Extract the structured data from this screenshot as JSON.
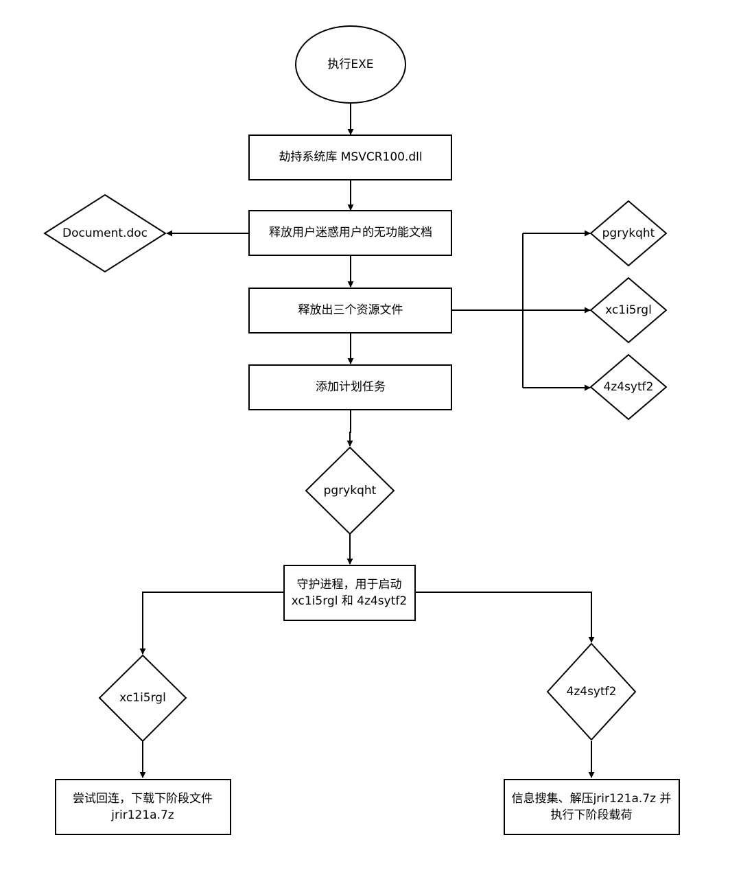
{
  "colors": {
    "stroke": "#000000",
    "fill": "#ffffff",
    "text": "#000000",
    "background": "#ffffff"
  },
  "nodes": {
    "start": "执行EXE",
    "hijack": "劫持系统库 MSVCR100.dll",
    "release_doc": "释放用户迷惑用户的无功能文档",
    "document": "Document.doc",
    "release_res": "释放出三个资源文件",
    "res_1": "pgrykqht",
    "res_2": "xc1i5rgl",
    "res_3": "4z4sytf2",
    "schedule": "添加计划任务",
    "pgrykqht": "pgrykqht",
    "daemon_line1": "守护进程，用于启动",
    "daemon_line2": "xc1i5rgl 和 4z4sytf2",
    "xc1i5rgl": "xc1i5rgl",
    "fz4sytf2": "4z4sytf2",
    "connect_line1": "尝试回连，下载下阶段文件",
    "connect_line2": "jrir121a.7z",
    "collect_line1": "信息搜集、解压jrir121a.7z 并",
    "collect_line2": "执行下阶段载荷"
  }
}
